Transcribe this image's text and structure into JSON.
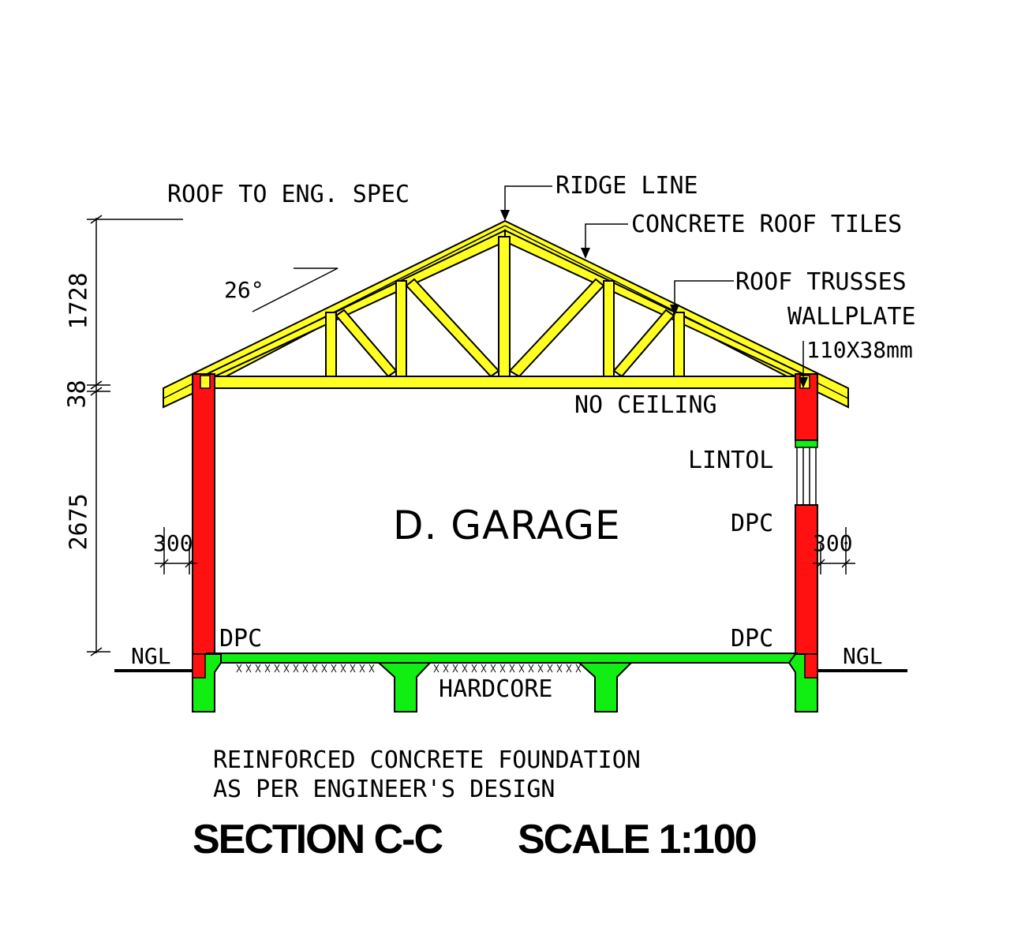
{
  "labels": {
    "roof_spec": "ROOF TO ENG. SPEC",
    "ridge_line": "RIDGE LINE",
    "roof_tiles": "CONCRETE ROOF TILES",
    "roof_trusses": "ROOF TRUSSES",
    "wallplate": "WALLPLATE",
    "wallplate_size": "110X38mm",
    "no_ceiling": "NO CEILING",
    "lintol": "LINTOL",
    "dpc_window": "DPC",
    "dpc_left": "DPC",
    "dpc_right": "DPC",
    "room_name": "D. GARAGE",
    "hardcore": "HARDCORE",
    "ngl_left": "NGL",
    "ngl_right": "NGL",
    "pitch": "26°",
    "dim_300_left": "300",
    "dim_300_right": "300",
    "foundation_line1": "REINFORCED CONCRETE FOUNDATION",
    "foundation_line2": "AS PER ENGINEER'S DESIGN"
  },
  "dimensions": {
    "roof_height": "1728",
    "wallplate": "38",
    "wall_height": "2675"
  },
  "title": {
    "section": "SECTION C-C",
    "scale": "SCALE 1:100"
  },
  "colors": {
    "truss": "#ffff22",
    "wall": "#ff1111",
    "foundation": "#11ee11",
    "line": "#000000"
  }
}
